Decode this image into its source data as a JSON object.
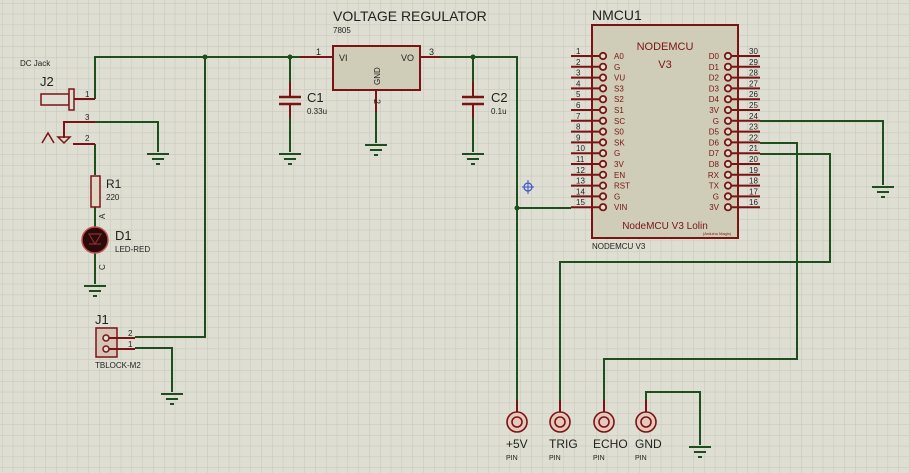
{
  "colors": {
    "background": "#dedfd2",
    "grid": "#c7c8bc",
    "wire": "#1e4d1e",
    "component_outline": "#7a1414",
    "component_fill": "#cfcdb7",
    "pin_glow": "#e8a0a0",
    "marker": "#3b4fd0"
  },
  "regulator": {
    "title": "VOLTAGE REGULATOR",
    "part": "7805",
    "pin_vi": "VI",
    "pin_vo": "VO",
    "pin_gnd": "GND",
    "pin1": "1",
    "pin2": "2",
    "pin3": "3"
  },
  "c1": {
    "ref": "C1",
    "value": "0.33u"
  },
  "c2": {
    "ref": "C2",
    "value": "0.1u"
  },
  "j2": {
    "caption": "DC Jack",
    "ref": "J2",
    "pin1": "1",
    "pin2": "2",
    "pin3": "3"
  },
  "r1": {
    "ref": "R1",
    "value": "220"
  },
  "d1": {
    "ref": "D1",
    "value": "LED-RED",
    "anode": "A",
    "cathode": "C"
  },
  "j1": {
    "ref": "J1",
    "value": "TBLOCK-M2",
    "pin1": "1",
    "pin2": "2"
  },
  "nodemcu": {
    "ref": "NMCU1",
    "title1": "NODEMCU",
    "title2": "V3",
    "subtitle": "NodeMCU V3 Lolin",
    "credit": "(Arduino Magix)",
    "part": "NODEMCU V3",
    "left_pins": [
      {
        "num": "1",
        "name": "A0"
      },
      {
        "num": "2",
        "name": "G"
      },
      {
        "num": "3",
        "name": "VU"
      },
      {
        "num": "4",
        "name": "S3"
      },
      {
        "num": "5",
        "name": "S2"
      },
      {
        "num": "6",
        "name": "S1"
      },
      {
        "num": "7",
        "name": "SC"
      },
      {
        "num": "8",
        "name": "S0"
      },
      {
        "num": "9",
        "name": "SK"
      },
      {
        "num": "10",
        "name": "G"
      },
      {
        "num": "11",
        "name": "3V"
      },
      {
        "num": "12",
        "name": "EN"
      },
      {
        "num": "13",
        "name": "RST"
      },
      {
        "num": "14",
        "name": "G"
      },
      {
        "num": "15",
        "name": "VIN"
      }
    ],
    "right_pins": [
      {
        "num": "30",
        "name": "D0"
      },
      {
        "num": "29",
        "name": "D1"
      },
      {
        "num": "28",
        "name": "D2"
      },
      {
        "num": "27",
        "name": "D3"
      },
      {
        "num": "26",
        "name": "D4"
      },
      {
        "num": "25",
        "name": "3V"
      },
      {
        "num": "24",
        "name": "G"
      },
      {
        "num": "23",
        "name": "D5"
      },
      {
        "num": "22",
        "name": "D6"
      },
      {
        "num": "21",
        "name": "D7"
      },
      {
        "num": "20",
        "name": "D8"
      },
      {
        "num": "19",
        "name": "RX"
      },
      {
        "num": "18",
        "name": "TX"
      },
      {
        "num": "17",
        "name": "G"
      },
      {
        "num": "16",
        "name": "3V"
      }
    ]
  },
  "sensor_pins": [
    {
      "name": "+5V",
      "type": "PIN"
    },
    {
      "name": "TRIG",
      "type": "PIN"
    },
    {
      "name": "ECHO",
      "type": "PIN"
    },
    {
      "name": "GND",
      "type": "PIN"
    }
  ]
}
